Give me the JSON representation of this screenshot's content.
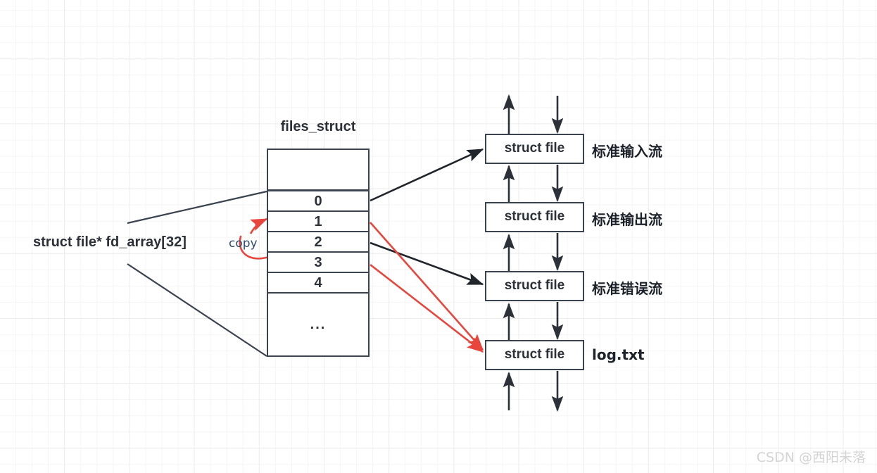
{
  "diagram": {
    "title": "files_struct",
    "fd_array_label": "struct file* fd_array[32]",
    "copy_label": "copy",
    "fd_rows": [
      {
        "value": "",
        "name": "fd-row-header"
      },
      {
        "value": "0",
        "name": "fd-row-0"
      },
      {
        "value": "1",
        "name": "fd-row-1"
      },
      {
        "value": "2",
        "name": "fd-row-2"
      },
      {
        "value": "3",
        "name": "fd-row-3"
      },
      {
        "value": "4",
        "name": "fd-row-4"
      },
      {
        "value": "...",
        "name": "fd-row-ellipsis"
      }
    ],
    "file_nodes": [
      {
        "box_text": "struct file",
        "label": "标准输入流"
      },
      {
        "box_text": "struct file",
        "label": "标准输出流"
      },
      {
        "box_text": "struct file",
        "label": "标准错误流"
      },
      {
        "box_text": "struct file",
        "label": "log.txt"
      }
    ],
    "colors": {
      "stroke": "#3b4350",
      "text": "#2c3038",
      "accent_red": "#e8453c",
      "grid_minor": "#f5f5f5",
      "grid_major": "#ededed",
      "watermark": "#d4d4d4"
    }
  },
  "watermark": "CSDN @西阳未落"
}
